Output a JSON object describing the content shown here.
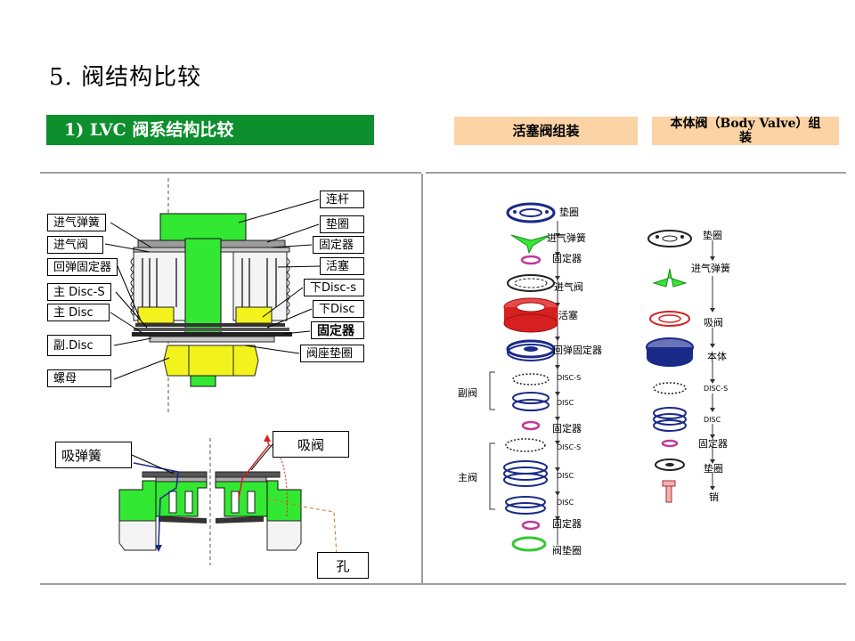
{
  "title": "5. 阀结构比较",
  "section_banner": "1) LVC 阀系结构比较",
  "header_piston": "活塞阀组装",
  "header_body_line1": "本体阀（Body Valve）组",
  "header_body_line2": "装",
  "left_labels": {
    "jinqi_tanhuang": "进气弹簧",
    "jinqi_fa": "进气阀",
    "huitan_gudingqi": "回弹固定器",
    "zhu_disc_s": "主 Disc-S",
    "zhu_disc": "主 Disc",
    "fu_disc": "副.Disc",
    "luomu": "螺母"
  },
  "right_labels": {
    "liangan": "连杆",
    "dianquan": "垫圈",
    "gudingqi": "固定器",
    "huosai": "活塞",
    "xia_disc_s": "下Disc-s",
    "xia_disc": "下Disc",
    "gudingqi2": "固定器",
    "fazuo_dianquan": "阀座垫圈"
  },
  "lower_labels": {
    "xi_tanhuang": "吸弹簧",
    "xi_fa": "吸阀",
    "kong": "孔"
  },
  "piston_parts": {
    "dianquan": "垫圈",
    "jinqi_tanhuang": "进气弹簧",
    "gudingqi1": "固定器",
    "jinqi_fa": "进气阀",
    "huosai": "活塞",
    "huitan_gudingqi": "回弹固定器",
    "disc_s_1": "DISC-S",
    "fu_fa": "副阀",
    "disc_1": "DISC",
    "gudingqi2": "固定器",
    "disc_s_2": "DISC-S",
    "zhu_fa": "主阀",
    "disc_2": "DISC",
    "disc_3": "DISC",
    "gudingqi3": "固定器",
    "fa_dianquan": "阀垫圈"
  },
  "body_parts": {
    "dianquan": "垫圈",
    "jinqi_tanhuang": "进气弹簧",
    "xi_fa": "吸阀",
    "benti": "本体",
    "disc_s": "DISC-S",
    "disc": "DISC",
    "gudingqi": "固定器",
    "dianquan2": "垫圈",
    "xiao": "销"
  },
  "colors": {
    "banner_green": "#0e8f2e",
    "header_peach": "#fbd3a5",
    "part_green": "#33e833",
    "part_yellow": "#f2f21c",
    "navy": "#1a2a88",
    "red": "#d62020",
    "magenta": "#c0389a"
  }
}
